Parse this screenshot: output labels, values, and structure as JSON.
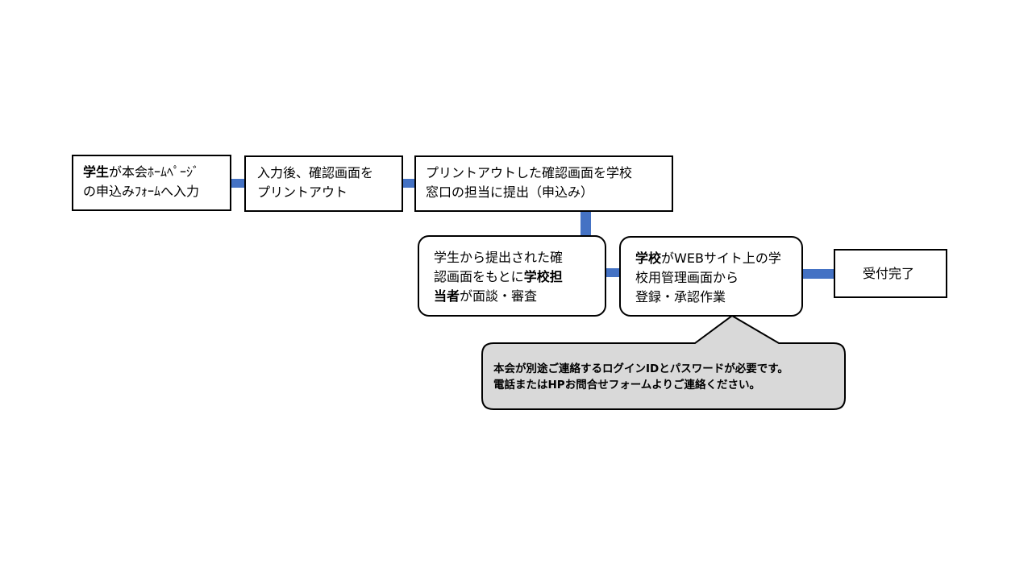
{
  "colors": {
    "arrow": "#4472c4",
    "callout_fill": "#d9d9d9",
    "border": "#000000"
  },
  "step1": {
    "line1_bold": "学生",
    "line1_rest": "が本会ﾎｰﾑﾍﾟｰｼﾞ",
    "line2": "の申込みﾌｫｰﾑへ入力"
  },
  "step2": {
    "line1": "入力後、確認画面を",
    "line2": "プリントアウト"
  },
  "step3": {
    "line1": "プリントアウトした確認画面を学校",
    "line2": "窓口の担当に提出（申込み）"
  },
  "step4": {
    "line1": "学生から提出された確",
    "line2_rest": "認画面をもとに",
    "line2_bold": "学校担",
    "line3_bold": "当者",
    "line3_rest": "が面談・審査"
  },
  "step5": {
    "line1_bold": "学校",
    "line1_rest": "がWEBサイト上の学",
    "line2": "校用管理画面から",
    "line3": "登録・承認作業"
  },
  "step6": {
    "label": "受付完了"
  },
  "callout": {
    "line1": "本会が別途ご連絡するログインIDとパスワードが必要です。",
    "line2": "電話またはHPお問合せフォームよりご連絡ください。"
  }
}
